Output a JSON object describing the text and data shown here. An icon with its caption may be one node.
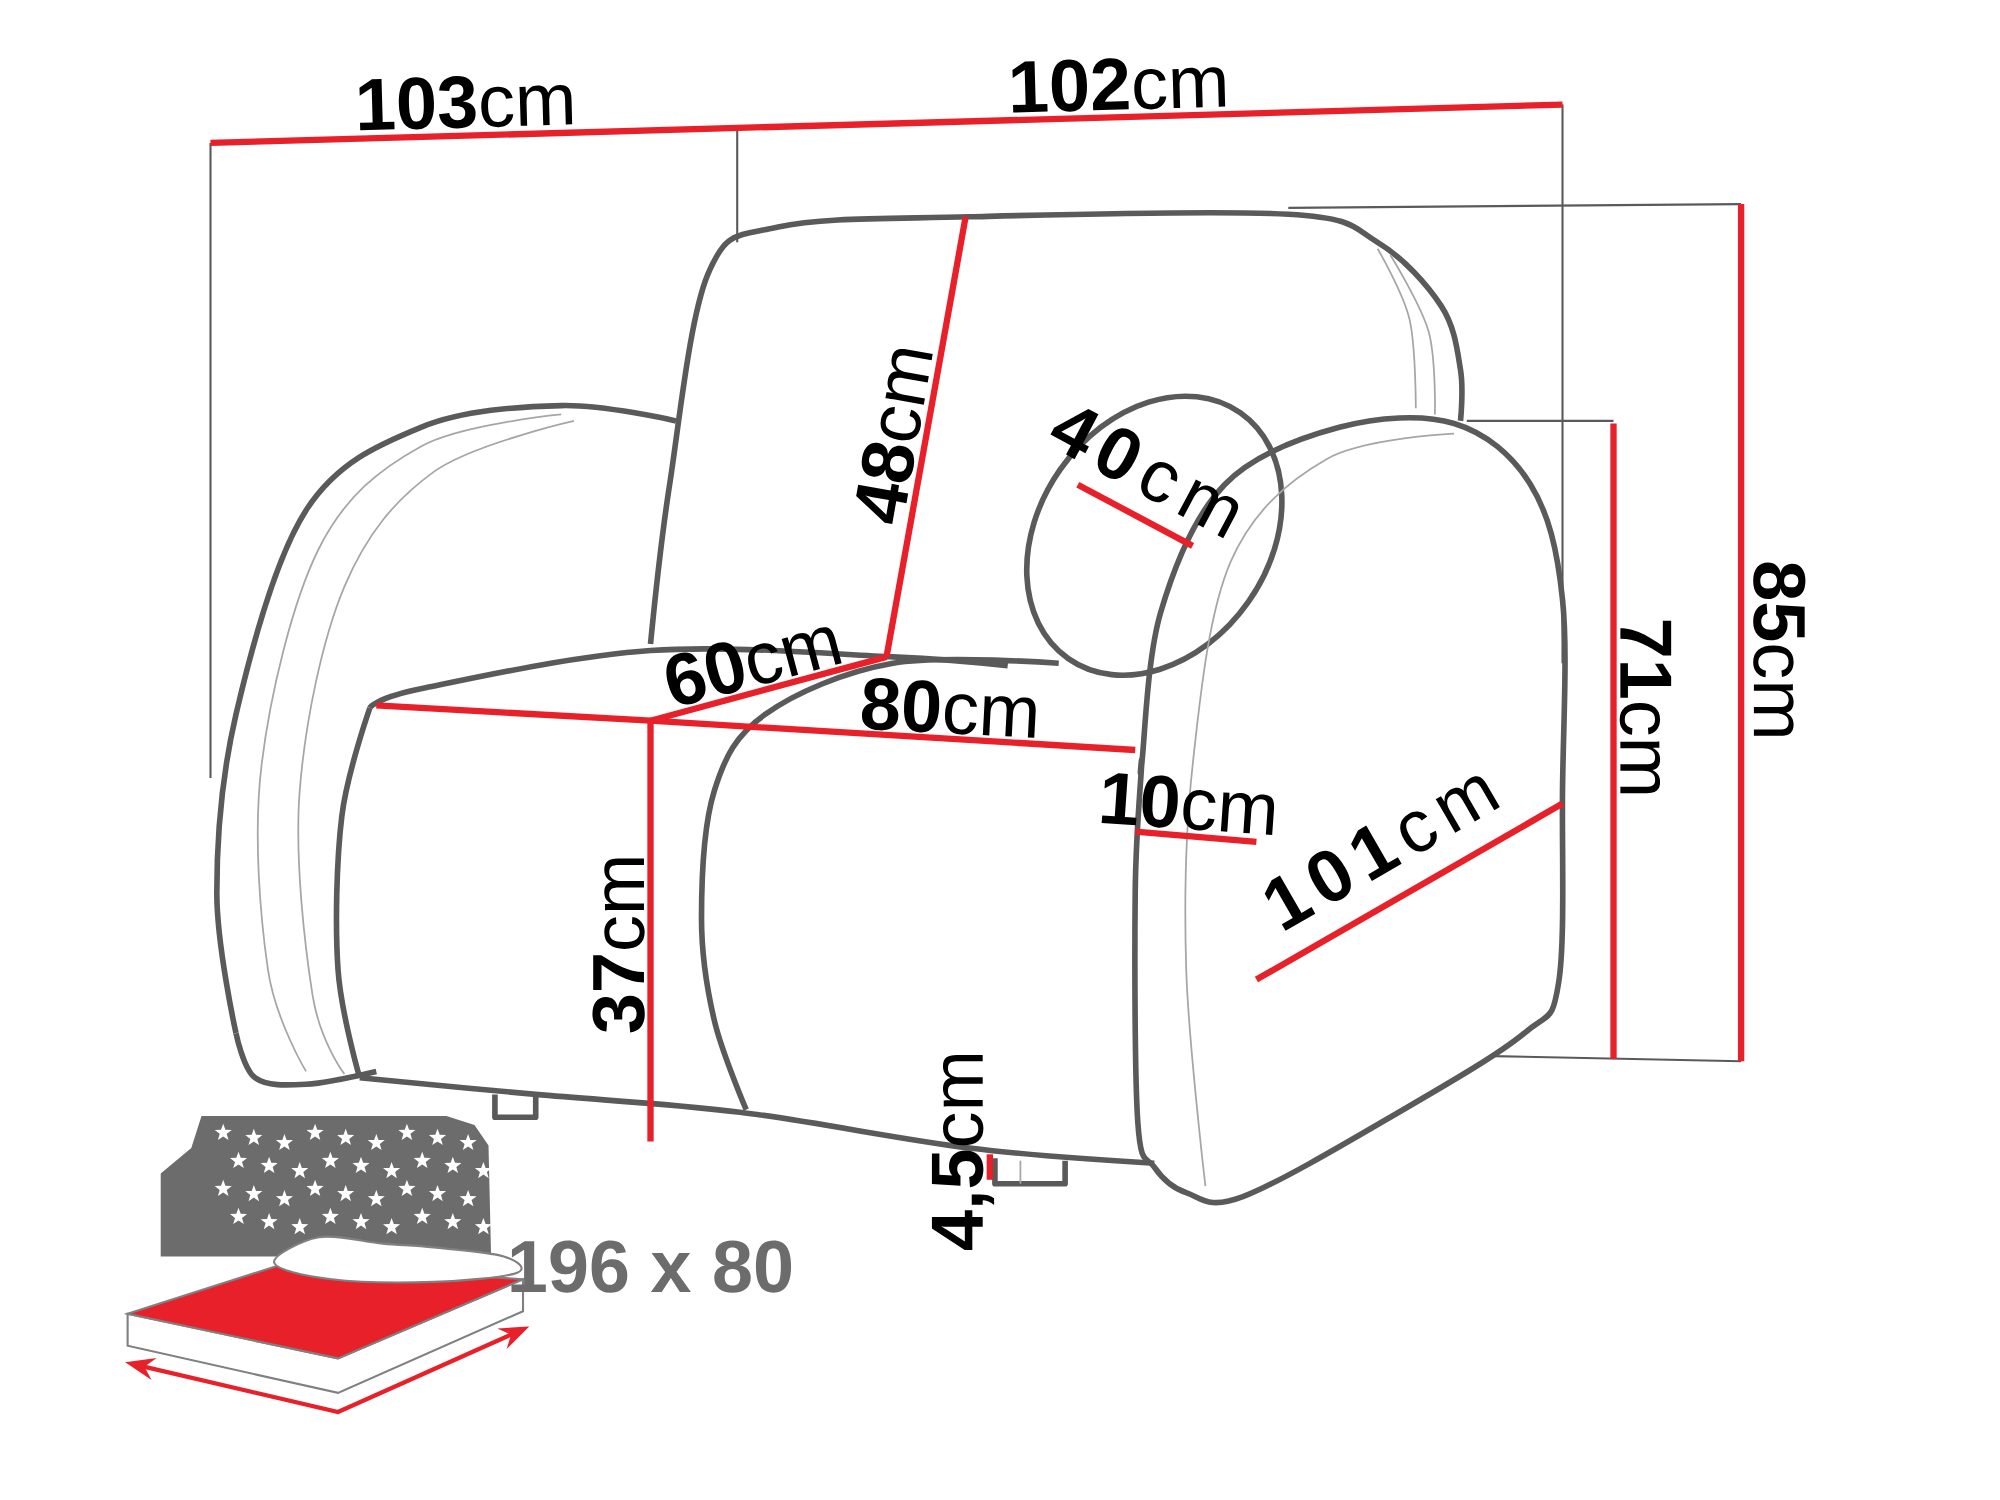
{
  "diagram": {
    "labels": [
      "**103**cm",
      "**102**cm",
      "**48**cm",
      "**40**cm",
      "**85**cm",
      "**71**cm",
      "**60**cm",
      "**80**cm",
      "**10**cm",
      "**101**cm",
      "**37**cm",
      "**4,5**cm",
      "196 x 80"
    ]
  }
}
